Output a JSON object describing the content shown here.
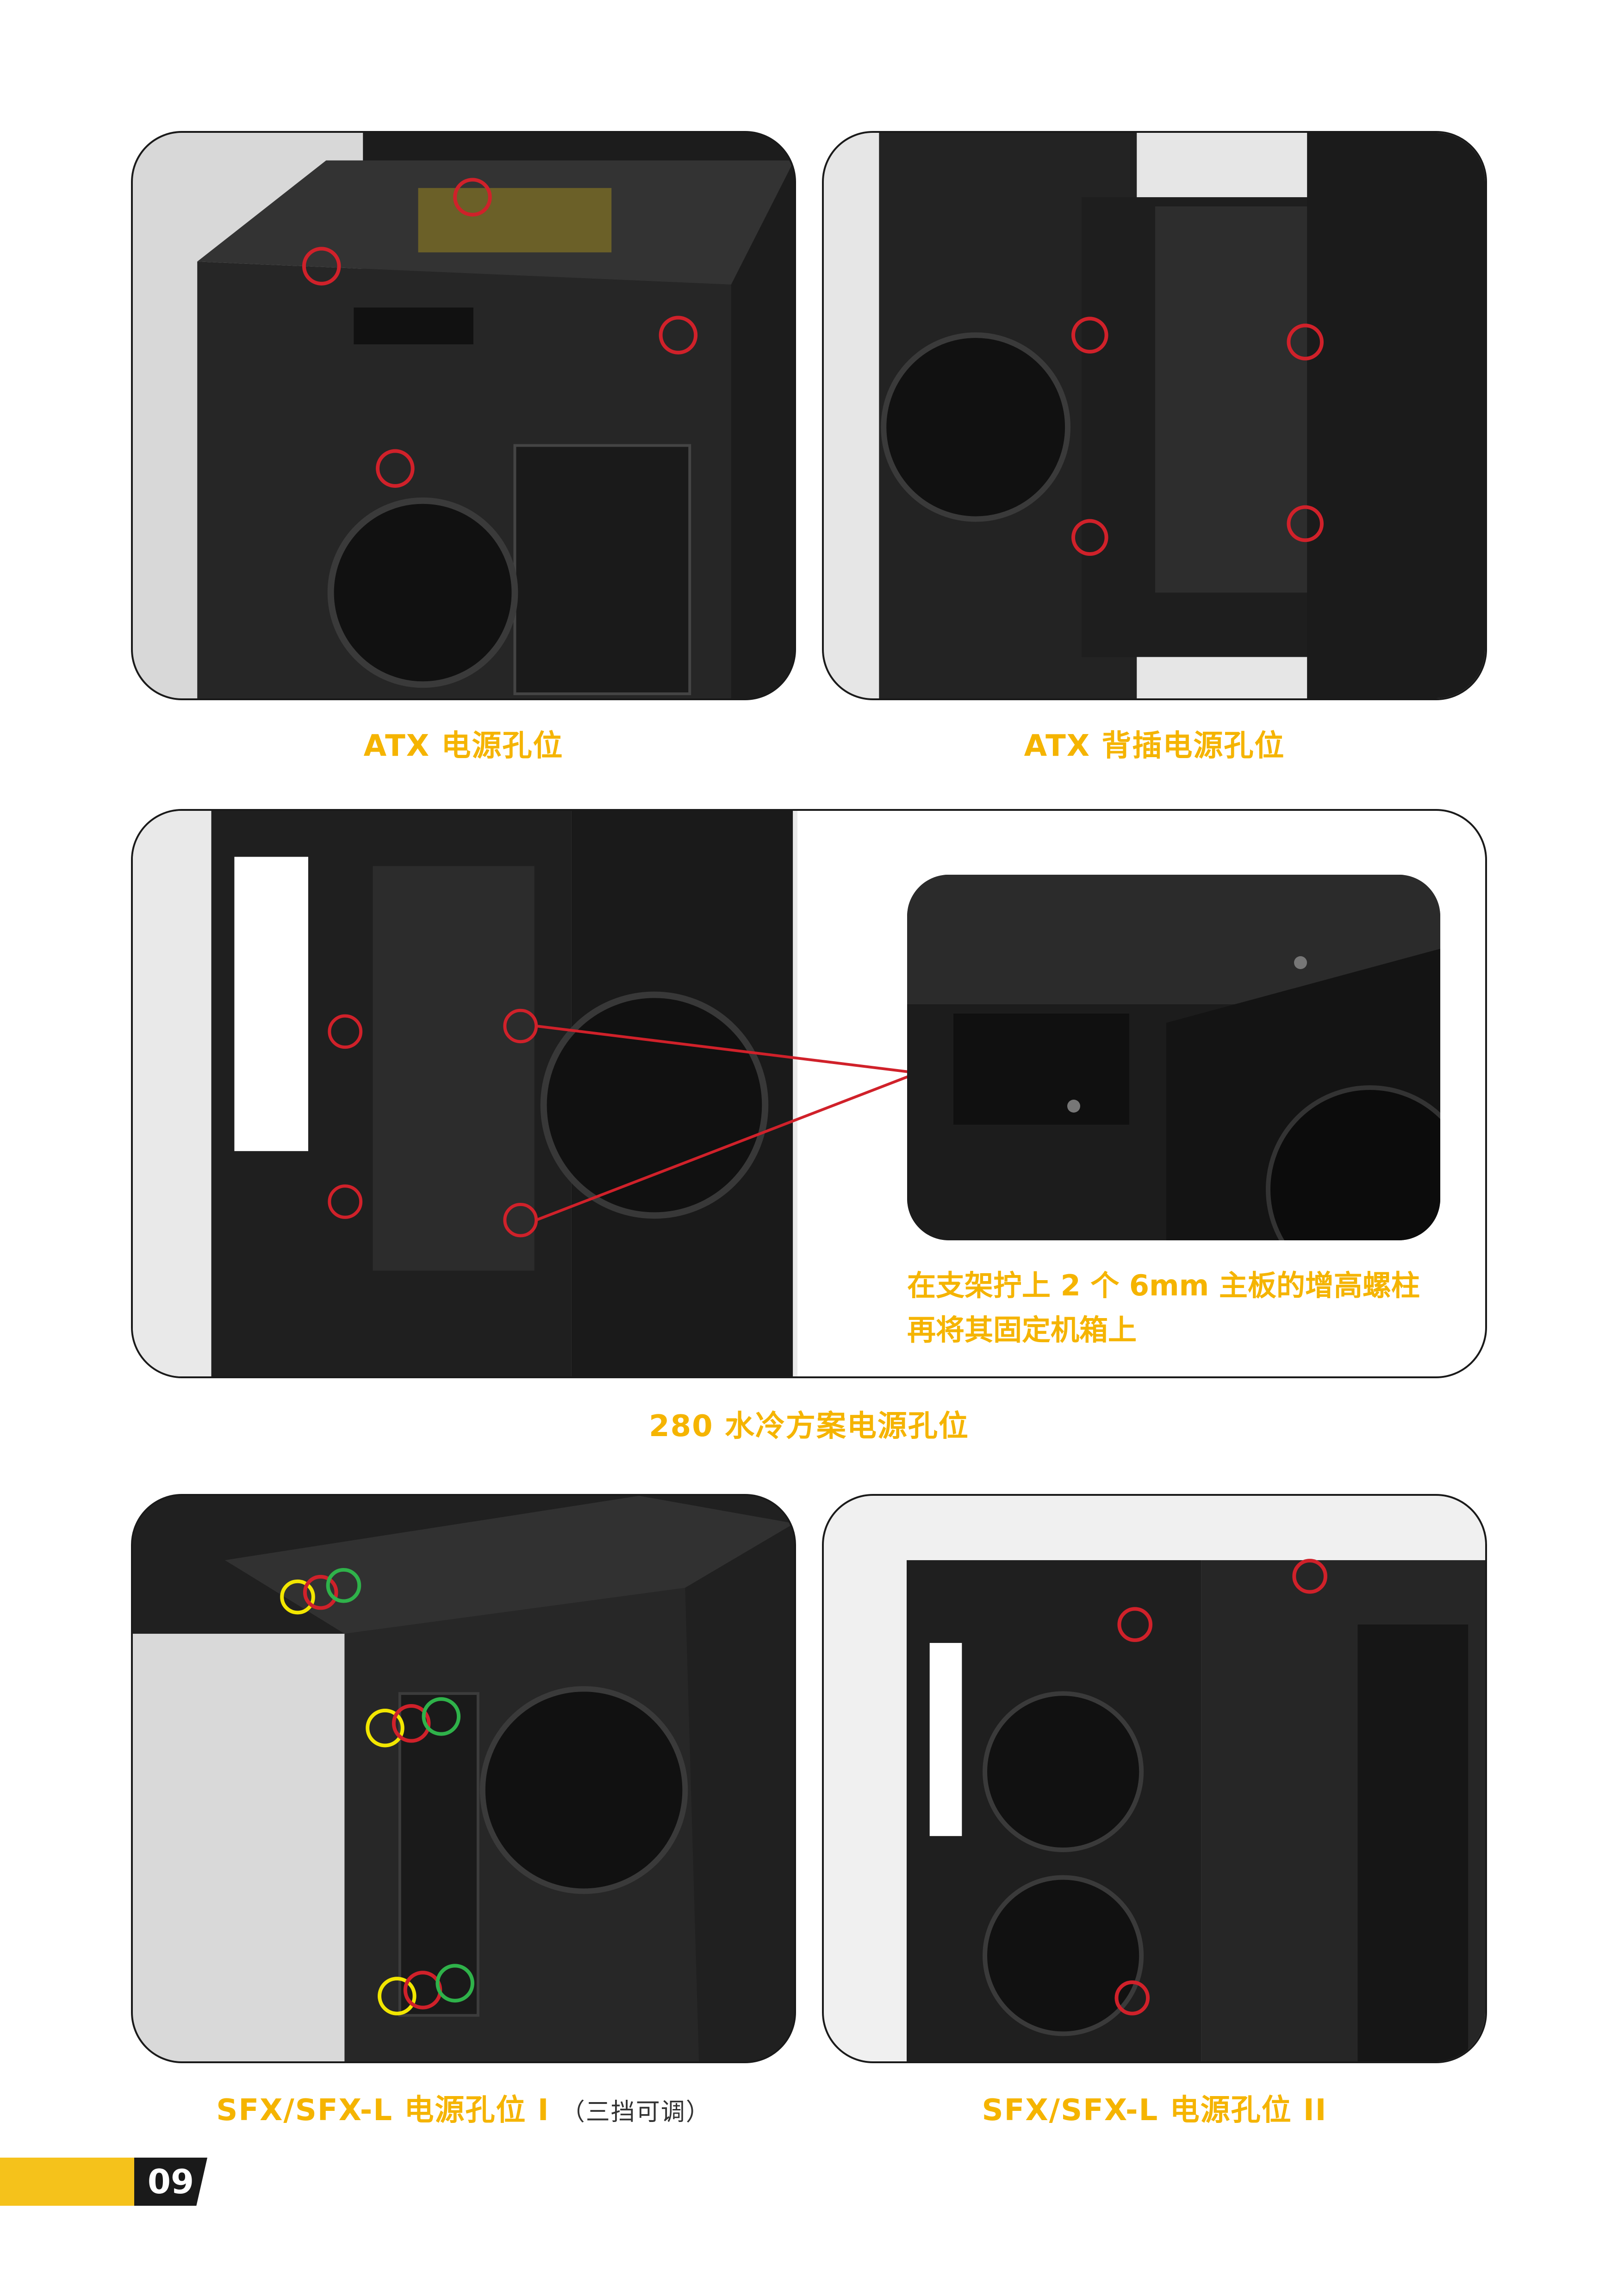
{
  "captions": {
    "atx": "ATX 电源孔位",
    "atx_rear": "ATX 背插电源孔位",
    "water_280": "280 水冷方案电源孔位",
    "sfx1_main": "SFX/SFX-L 电源孔位 I",
    "sfx1_note": "（三挡可调）",
    "sfx2": "SFX/SFX-L 电源孔位 II"
  },
  "note": {
    "line1": "在支架拧上 2 个 6mm 主板的增高螺柱",
    "line2": "再将其固定机箱上"
  },
  "page_number": "09",
  "colors": {
    "accent": "#f5b400",
    "marker_red": "#d0212a",
    "marker_yellow": "#f2e600",
    "marker_green": "#2fb24a"
  }
}
